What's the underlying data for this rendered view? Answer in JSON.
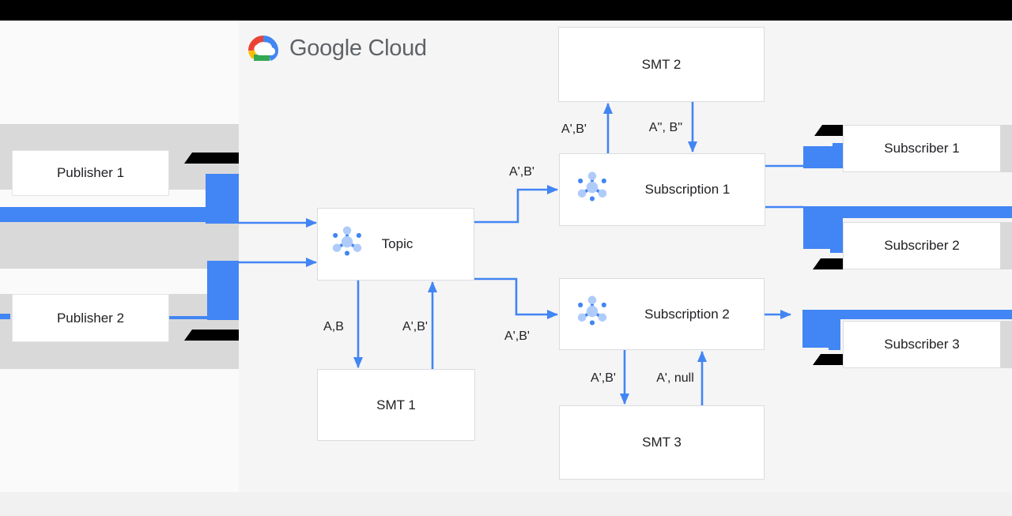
{
  "brand": {
    "name": "Google Cloud"
  },
  "nodes": {
    "publisher1": {
      "label": "Publisher 1"
    },
    "publisher2": {
      "label": "Publisher 2"
    },
    "topic": {
      "label": "Topic"
    },
    "smt1": {
      "label": "SMT 1"
    },
    "smt2": {
      "label": "SMT 2"
    },
    "smt3": {
      "label": "SMT 3"
    },
    "subscription1": {
      "label": "Subscription 1"
    },
    "subscription2": {
      "label": "Subscription 2"
    },
    "subscriber1": {
      "label": "Subscriber 1"
    },
    "subscriber2": {
      "label": "Subscriber 2"
    },
    "subscriber3": {
      "label": "Subscriber 3"
    }
  },
  "edges": {
    "topic_to_smt1": {
      "label": "A,B"
    },
    "smt1_to_topic": {
      "label": "A',B'"
    },
    "topic_to_subscription1": {
      "label": "A',B'"
    },
    "topic_to_subscription2": {
      "label": "A',B'"
    },
    "subscription1_to_smt2": {
      "label": "A',B'"
    },
    "smt2_to_subscription1": {
      "label": "A'', B''"
    },
    "subscription2_to_smt3": {
      "label": "A',B'"
    },
    "smt3_to_subscription2": {
      "label": "A', null"
    }
  },
  "colors": {
    "arrow_blue": "#4285f4",
    "icon_light_blue": "#aecbfa",
    "band_gray": "#d9d9d9",
    "redaction_black": "#000000",
    "background": "#f5f5f5"
  }
}
